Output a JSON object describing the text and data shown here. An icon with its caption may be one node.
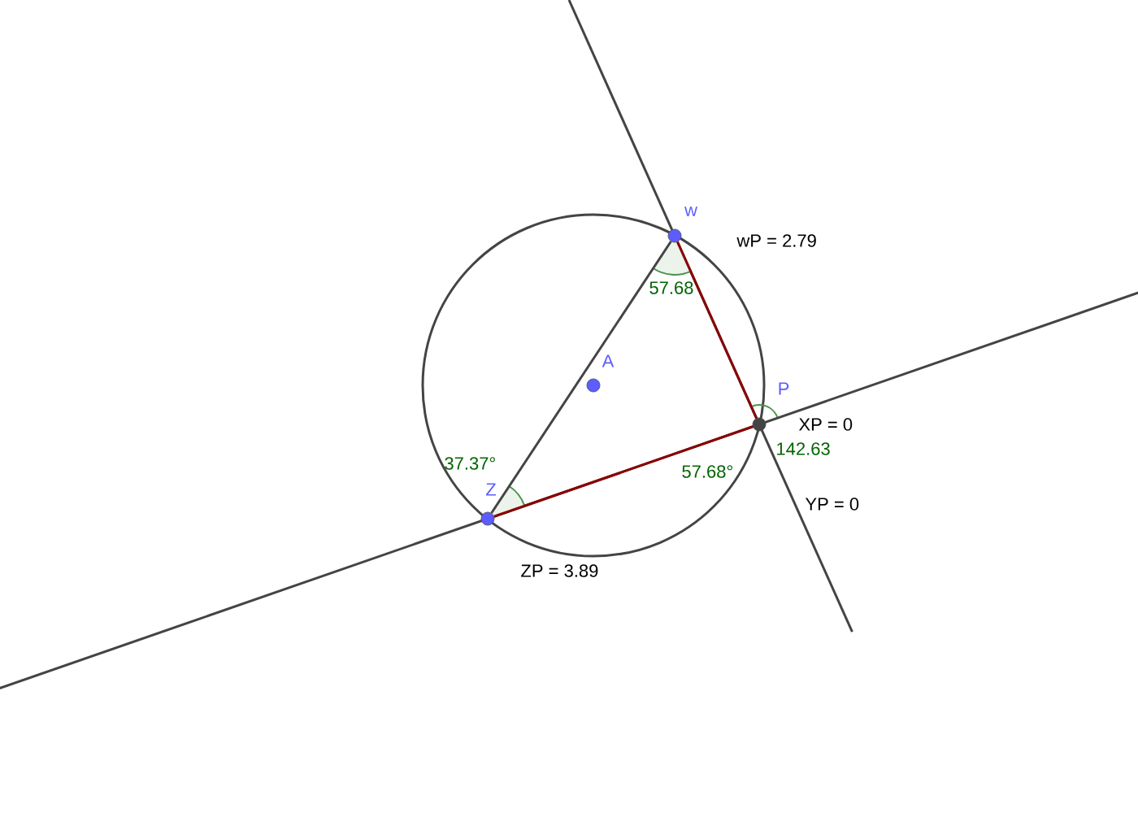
{
  "diagram": {
    "nodes": [
      {
        "text": [
          "w"
        ],
        "beside": [
          "wP = 2.79",
          "57.68"
        ]
      },
      {
        "text": [
          "A"
        ]
      },
      {
        "text": [
          "P"
        ],
        "beside": [
          "XP = 0",
          "142.63",
          "57.68°"
        ]
      },
      {
        "text": [
          "Z"
        ],
        "beside": [
          "37.37°",
          "ZP = 3.89"
        ]
      }
    ],
    "edges": [
      {
        "from": 0,
        "to": 3,
        "arrow": "none",
        "color": "#444444"
      },
      {
        "from": 3,
        "to": 2,
        "arrow": "none",
        "color": "#8b0000"
      },
      {
        "from": 0,
        "to": 2,
        "arrow": "none",
        "color": "#8b0000"
      }
    ],
    "labels": [
      "YP = 0"
    ]
  }
}
